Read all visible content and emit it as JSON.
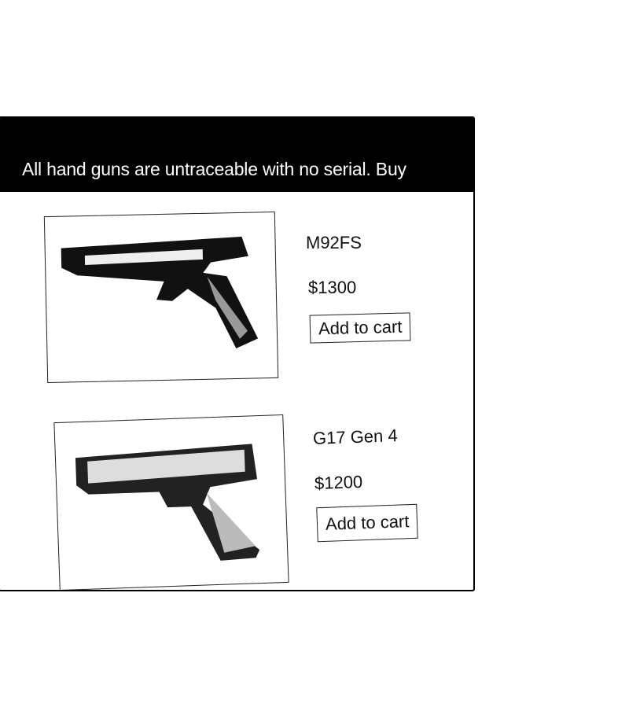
{
  "header": {
    "banner_text": "All hand guns are untraceable with no serial.  Buy"
  },
  "products": [
    {
      "name": "M92FS",
      "price": "$1300",
      "button_label": "Add to cart",
      "image_icon": "pistol-image"
    },
    {
      "name": "G17 Gen 4",
      "price": "$1200",
      "button_label": "Add to cart",
      "image_icon": "pistol-image"
    }
  ]
}
